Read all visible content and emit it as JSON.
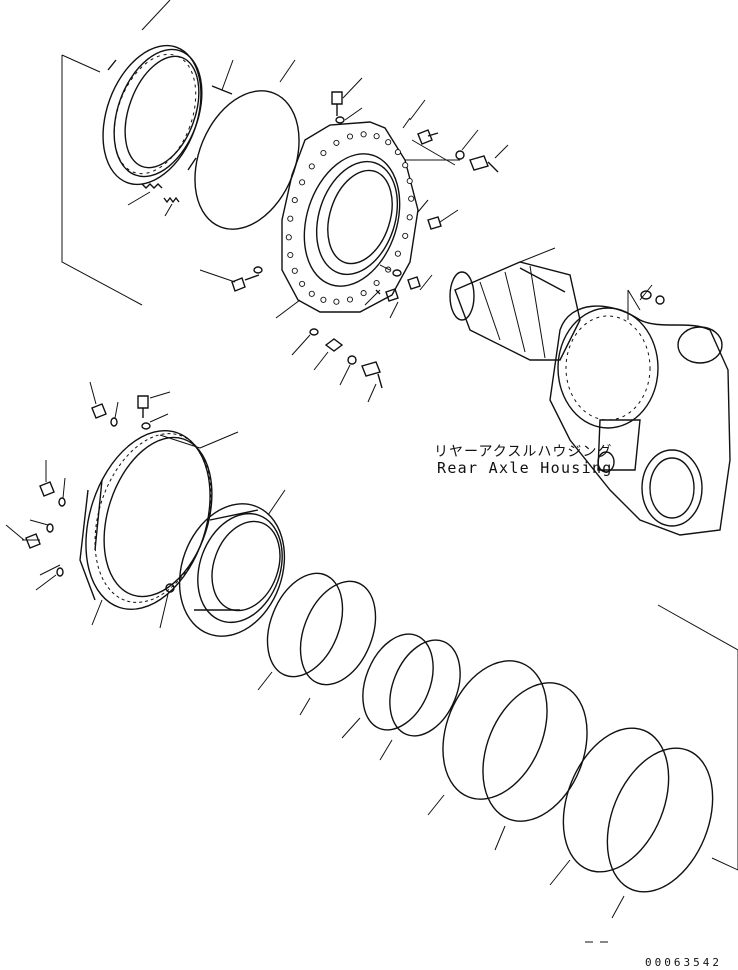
{
  "callout": {
    "japanese": "リヤーアクスルハウジング",
    "english": "Rear Axle Housing"
  },
  "drawing_number": "00063542"
}
